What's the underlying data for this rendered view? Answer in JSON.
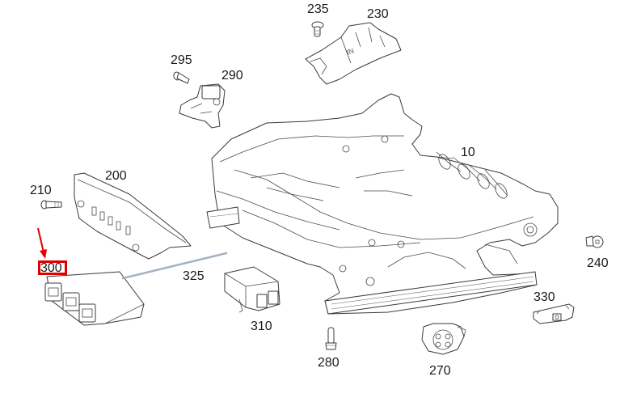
{
  "diagram": {
    "title": "Seat frame exploded parts view",
    "highlight_color": "#e00000",
    "rod_color": "#a4b4c4",
    "line_color": "#3a3a3a",
    "highlighted_part": "300",
    "callouts": [
      {
        "id": "235",
        "label": "235",
        "part": "screw"
      },
      {
        "id": "230",
        "label": "230",
        "part": "cover"
      },
      {
        "id": "295",
        "label": "295",
        "part": "screw"
      },
      {
        "id": "290",
        "label": "290",
        "part": "bracket-connector"
      },
      {
        "id": "10",
        "label": "10",
        "part": "seat-frame"
      },
      {
        "id": "210",
        "label": "210",
        "part": "screw"
      },
      {
        "id": "200",
        "label": "200",
        "part": "side-trim-switch-panel"
      },
      {
        "id": "300",
        "label": "300",
        "part": "control-unit"
      },
      {
        "id": "325",
        "label": "325",
        "part": "rod"
      },
      {
        "id": "310",
        "label": "310",
        "part": "relay-module"
      },
      {
        "id": "240",
        "label": "240",
        "part": "screw"
      },
      {
        "id": "330",
        "label": "330",
        "part": "sensor-bracket"
      },
      {
        "id": "280",
        "label": "280",
        "part": "bolt"
      },
      {
        "id": "270",
        "label": "270",
        "part": "motor"
      }
    ]
  }
}
